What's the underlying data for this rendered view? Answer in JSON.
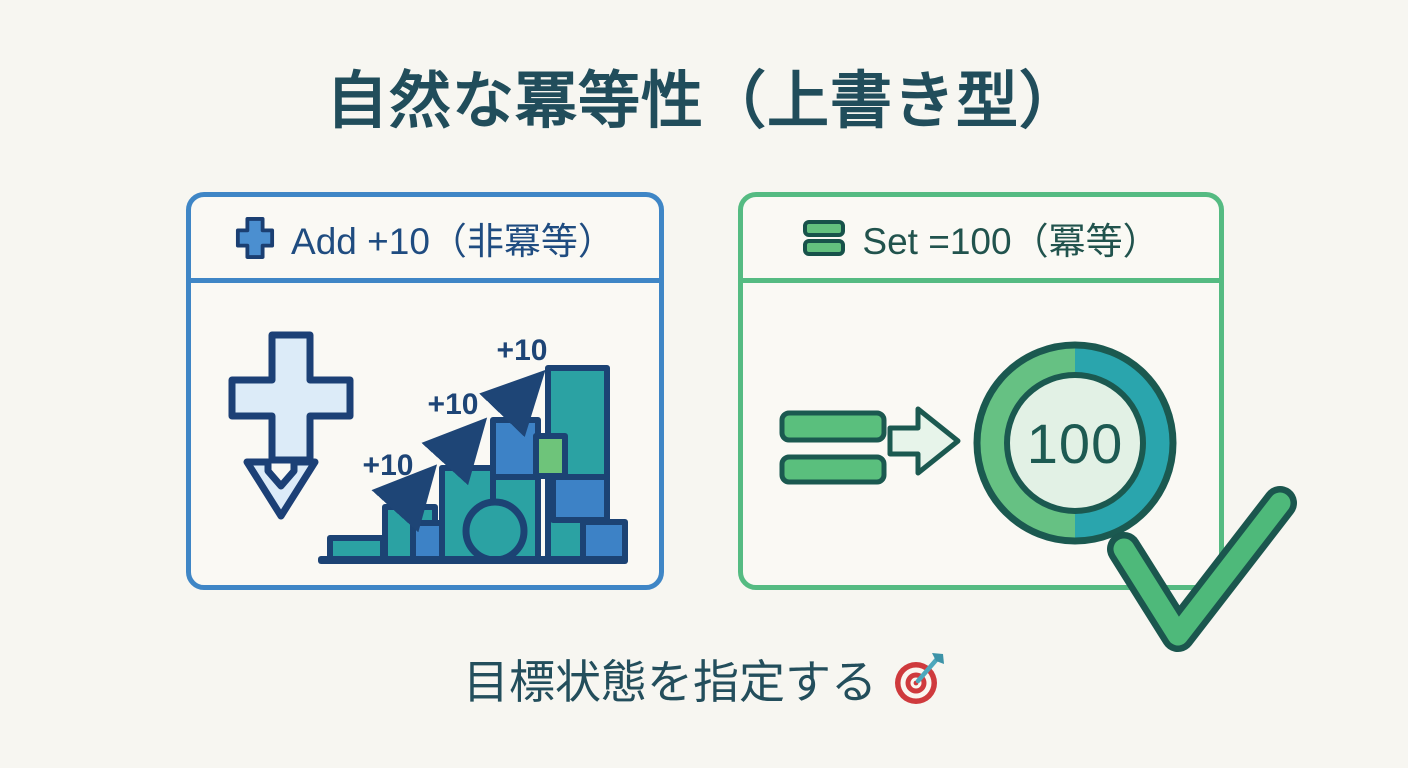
{
  "title": "自然な冪等性（上書き型）",
  "panels": {
    "add": {
      "label": "Add +10（非冪等）",
      "icon": "plus-icon",
      "accent_color": "#3f86c6",
      "text_color": "#1f4c80",
      "increment_labels": [
        "+10",
        "+10",
        "+10"
      ]
    },
    "set": {
      "label": "Set =100（冪等）",
      "icon": "equals-icon",
      "accent_color": "#55bb82",
      "text_color": "#21534d",
      "gauge_value": "100"
    }
  },
  "caption": {
    "text": "目標状態を指定する",
    "icon": "target-dart-emoji"
  },
  "colors": {
    "background": "#f7f6f1",
    "title_text": "#214d5b",
    "navy_outline": "#1c4374",
    "teal_block": "#2ba2a3",
    "blue_block": "#3d82c6",
    "green_block": "#6ec47a",
    "light_blue_fill": "#dcebf8",
    "equals_green_fill": "#5abf7d",
    "dark_teal_outline": "#1b5950",
    "ring_green": "#66c183",
    "ring_teal": "#2aa5ad",
    "gauge_inner_fill": "#e2f1e5",
    "check_green": "#4eb97a",
    "transform_arrow_fill": "#e7f4ea"
  }
}
